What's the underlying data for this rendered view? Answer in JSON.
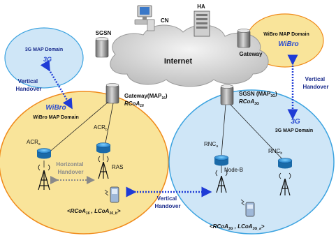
{
  "domains": {
    "left_3g": {
      "title": "3G MAP Domain",
      "tech": "3G"
    },
    "right_wibro": {
      "title": "WiBro MAP Domain",
      "tech": "WiBro"
    },
    "wibro_main": {
      "tech": "WiBro",
      "title": "WiBro MAP Domain"
    },
    "g3_main": {
      "tech": "3G",
      "title": "3G MAP Domain"
    }
  },
  "network": {
    "internet": "Internet",
    "cn": "CN",
    "ha": "HA",
    "sgsn": "SGSN",
    "gateway": "Gateway"
  },
  "map_nodes": {
    "wibro_gateway": {
      "label": "Gateway(MAP",
      "sub": "16",
      "close": ")",
      "coa": "RCoA",
      "coa_sub": "16"
    },
    "g3_sgsn": {
      "label": "SGSN (MAP",
      "sub": "3G",
      "close": ")",
      "coa": "RCoA",
      "coa_sub": "3G"
    }
  },
  "access": {
    "acr_a": {
      "base": "ACR",
      "sub": "a"
    },
    "acr_b": {
      "base": "ACR",
      "sub": "b"
    },
    "rnc_a": {
      "base": "RNC",
      "sub": "a"
    },
    "rnc_b": {
      "base": "RNC",
      "sub": "b"
    },
    "ras": "RAS",
    "nodeb": "Node-B"
  },
  "handovers": {
    "vertical_left": [
      "Vertical",
      "Handover"
    ],
    "vertical_right": [
      "Vertical",
      "Handover"
    ],
    "vertical_bottom": [
      "Vertical",
      "Handover"
    ],
    "horizontal": [
      "Horizontal",
      "Handover"
    ]
  },
  "addresses": {
    "wibro_pair": {
      "open": "<",
      "a": "RCoA",
      "a_sub": "16",
      "sep": " , ",
      "b": "LCoA",
      "b_sub": "16_b",
      "close": ">"
    },
    "g3_pair": {
      "open": "<",
      "a": "RCoA",
      "a_sub": "3G",
      "sep": " , ",
      "b": "LCoA",
      "b_sub": "3G_a",
      "close": ">"
    }
  },
  "colors": {
    "wibro_fill": "#f9e49a",
    "wibro_border": "#f08a1a",
    "g3_fill": "#cfe6f7",
    "g3_border": "#3ba3e0",
    "accent_blue": "#2a4bd0",
    "dark_blue": "#1a2b8c",
    "handover_dash": "#1f3bd6",
    "horizontal_dash": "#8a8a8a"
  }
}
